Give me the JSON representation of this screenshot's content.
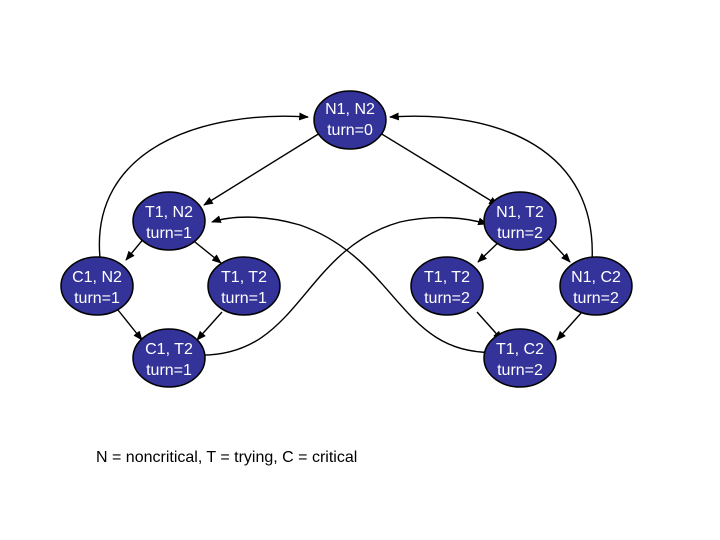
{
  "colors": {
    "node_fill": "#33339a",
    "node_text": "#ffffff",
    "edge": "#000000",
    "background": "#ffffff"
  },
  "nodes": [
    {
      "id": "n1n2",
      "line1": "N1, N2",
      "line2": "turn=0"
    },
    {
      "id": "t1n2",
      "line1": "T1, N2",
      "line2": "turn=1"
    },
    {
      "id": "n1t2",
      "line1": "N1, T2",
      "line2": "turn=2"
    },
    {
      "id": "c1n2",
      "line1": "C1, N2",
      "line2": "turn=1"
    },
    {
      "id": "t1t2a",
      "line1": "T1, T2",
      "line2": "turn=1"
    },
    {
      "id": "t1t2b",
      "line1": "T1, T2",
      "line2": "turn=2"
    },
    {
      "id": "n1c2",
      "line1": "N1, C2",
      "line2": "turn=2"
    },
    {
      "id": "c1t2",
      "line1": "C1, T2",
      "line2": "turn=1"
    },
    {
      "id": "t1c2",
      "line1": "T1, C2",
      "line2": "turn=2"
    }
  ],
  "legend": "N = noncritical,  T = trying,  C = critical"
}
